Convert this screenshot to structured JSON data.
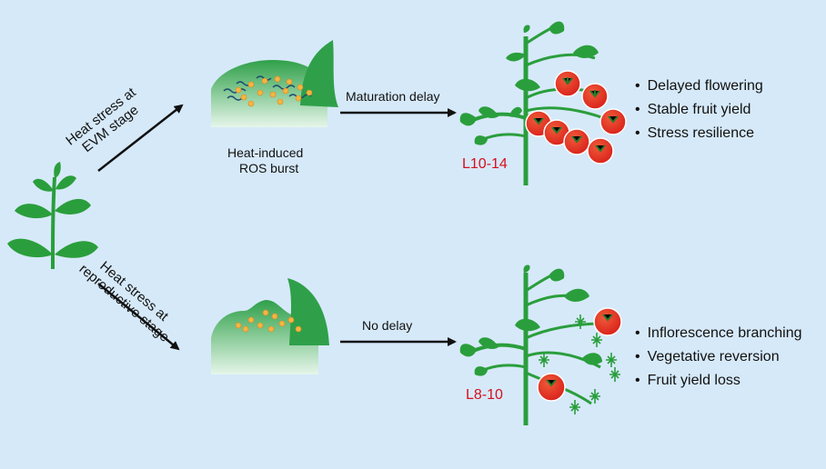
{
  "top_branch": {
    "condition_line1": "Heat stress at",
    "condition_line2": "EVM stage",
    "meristem_caption_line1": "Heat-induced",
    "meristem_caption_line2": "ROS burst",
    "arrow_label": "Maturation delay",
    "stage_label": "L10-14",
    "outcomes": [
      "Delayed flowering",
      "Stable fruit yield",
      "Stress resilience"
    ]
  },
  "bottom_branch": {
    "condition_line1": "Heat stress at",
    "condition_line2": "reproductive stage",
    "arrow_label": "No delay",
    "stage_label": "L8-10",
    "outcomes": [
      "Inflorescence branching",
      "Vegetative reversion",
      "Fruit yield loss"
    ]
  },
  "colors": {
    "background": "#d6e9f9",
    "plant_green": "#2a9e3c",
    "tomato_red": "#e3261c",
    "stage_label_red": "#d4111b",
    "ros_dot": "#f3b544"
  }
}
